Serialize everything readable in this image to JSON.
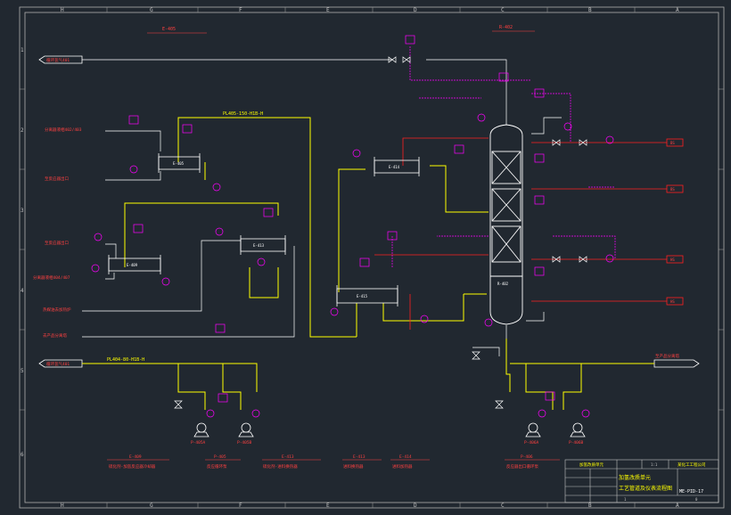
{
  "border": {
    "col_letters_top": [
      "H",
      "G",
      "F",
      "E",
      "D",
      "C",
      "B",
      "A"
    ],
    "col_letters_bottom": [
      "H",
      "G",
      "F",
      "E",
      "D",
      "C",
      "B",
      "A"
    ],
    "row_numbers": [
      "1",
      "2",
      "3",
      "4",
      "5",
      "6"
    ]
  },
  "equipment_tags": {
    "e405": "E-405",
    "e409": "E-409",
    "e413": "E-413",
    "e414": "E-414",
    "e415": "E-415",
    "r402": "R-402",
    "r402_top": "R-402",
    "e405_top": "E-405",
    "p405a": "P-405A",
    "p405b": "P-405B",
    "p406a": "P-406A",
    "p406b": "P-406B"
  },
  "pipe_labels": {
    "pl_top": "PL405-150-H1B-H",
    "pl_bottom": "PL404-80-H1B-H"
  },
  "offpage_left": [
    "循环氢气401",
    "分离器液相402/403",
    "至反应器出口",
    "分离器液相404/407",
    "热媒油去加热炉",
    "去产品分离塔",
    "循环氢气401"
  ],
  "offpage_right": [
    "BS",
    "BS",
    "HS",
    "HS",
    "至产品分离塔"
  ],
  "bottom_titles": [
    "E-409",
    "P-405",
    "E-413",
    "E-413",
    "E-414",
    "P-406"
  ],
  "bottom_desc": [
    "硫化剂-加氢反应器冷却器",
    "反应循环泵",
    "硫化剂-进料换热器",
    "进料换热器",
    "进料加热器",
    "反应器出口循环泵"
  ],
  "title_block": {
    "company": "某化工工程公司",
    "project": "加氢改质单元",
    "drawing_title": "工艺管道及仪表流程图",
    "drawing_no": "ME-PID-17",
    "scale": "1:1",
    "sheet": "1",
    "rev": "0"
  },
  "colors": {
    "background": "#212830",
    "process_line": "#ffff00",
    "instrument": "#ff00ff",
    "utility": "#ff2020",
    "equipment": "#ffffff",
    "text_red": "#ff4040"
  }
}
